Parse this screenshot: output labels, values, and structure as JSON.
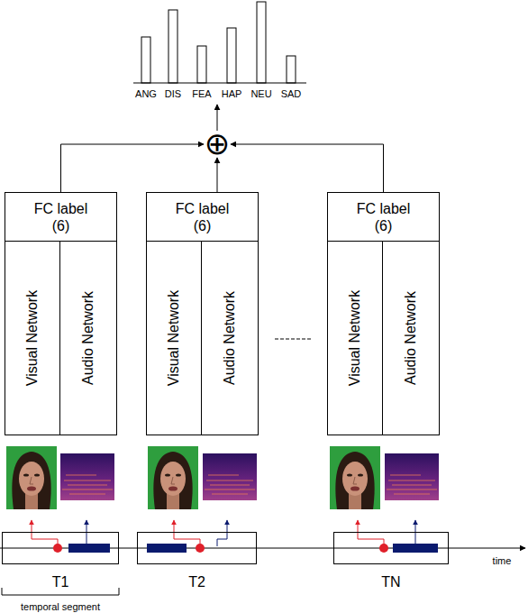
{
  "diagram": {
    "nodes": [
      {
        "text": [
          "⊕"
        ]
      },
      {
        "text": [
          "FC label (6)"
        ]
      },
      {
        "text": [
          "Visual Network"
        ]
      },
      {
        "text": [
          "Audio Network"
        ]
      },
      {
        "text": [
          "FC label (6)"
        ]
      },
      {
        "text": [
          "Visual Network"
        ]
      },
      {
        "text": [
          "Audio Network"
        ]
      },
      {
        "text": [
          "FC label (6)"
        ]
      },
      {
        "text": [
          "Visual Network"
        ]
      },
      {
        "text": [
          "Audio Network"
        ]
      },
      {
        "text": [
          "T1"
        ]
      },
      {
        "text": [
          "T2"
        ]
      },
      {
        "text": [
          "TN"
        ]
      }
    ],
    "edges": [
      {
        "from": 1,
        "to": 0,
        "arrow": "to"
      },
      {
        "from": 4,
        "to": 0,
        "arrow": "to"
      },
      {
        "from": 7,
        "to": 0,
        "arrow": "to"
      }
    ],
    "labels": [
      "ANG",
      "DIS",
      "FEA",
      "HAP",
      "NEU",
      "SAD",
      "time",
      "temporal segment"
    ]
  }
}
